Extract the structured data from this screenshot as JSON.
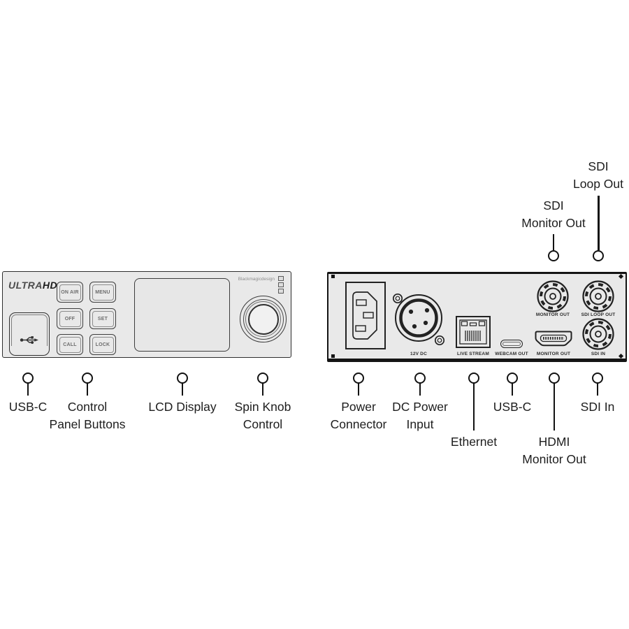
{
  "diagram": {
    "front": {
      "logo_ultra": "ULTRA",
      "logo_hd": "HD",
      "maker": "Blackmagicdesign",
      "buttons": [
        "ON AIR",
        "MENU",
        "OFF",
        "SET",
        "CALL",
        "LOCK"
      ],
      "callouts": {
        "usb": {
          "line1": "USB-C"
        },
        "control": {
          "line1": "Control",
          "line2": "Panel Buttons"
        },
        "lcd": {
          "line1": "LCD Display"
        },
        "spin": {
          "line1": "Spin Knob",
          "line2": "Control"
        }
      }
    },
    "rear": {
      "ports": {
        "dc": "12V DC",
        "ethernet": "LIVE STREAM",
        "usbc": "WEBCAM OUT",
        "hdmi": "MONITOR OUT",
        "bnc_monitor": "MONITOR OUT",
        "bnc_loop": "SDI LOOP OUT",
        "bnc_in": "SDI IN"
      },
      "callouts": {
        "loop": {
          "line1": "SDI",
          "line2": "Loop Out"
        },
        "monitor": {
          "line1": "SDI",
          "line2": "Monitor Out"
        },
        "power": {
          "line1": "Power",
          "line2": "Connector"
        },
        "dc": {
          "line1": "DC Power",
          "line2": "Input"
        },
        "ethernet": {
          "line1": "Ethernet"
        },
        "usbc": {
          "line1": "USB-C"
        },
        "hdmi": {
          "line1": "HDMI",
          "line2": "Monitor Out"
        },
        "sdi_in": {
          "line1": "SDI In"
        }
      }
    },
    "colors": {
      "panel_fill": "#e9e9e9",
      "panel_border": "#2e2e2e",
      "rear_frame": "#141414",
      "callout": "#121212",
      "text": "#1d1d1d"
    }
  }
}
